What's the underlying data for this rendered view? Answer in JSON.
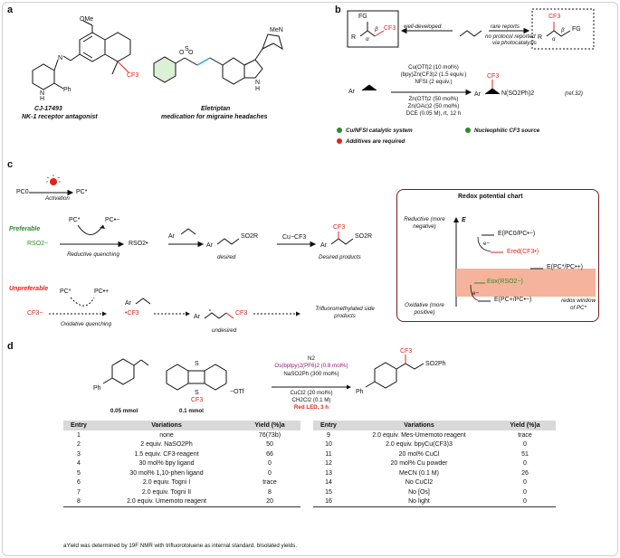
{
  "panels": {
    "a": "a",
    "b": "b",
    "c": "c",
    "d": "d"
  },
  "panel_a": {
    "cf3_1": "CF3",
    "h": "H",
    "n": "N",
    "ph": "Ph",
    "ome": "OMe",
    "nh": "N",
    "compound1_name": "CJ-17493",
    "compound1_desc": "NK-1 receptor antagonist",
    "compound2_name": "Eletriptan",
    "compound2_desc": "medication for migraine headaches",
    "mn_label": "MeN",
    "h_indole": "H",
    "n_indole": "N"
  },
  "panel_b": {
    "fg_left": "FG",
    "r_left": "R",
    "alpha_left": "α",
    "beta_left": "β",
    "cf3_left": "CF3",
    "well_developed": "well-developed",
    "rare_reports": "rare reports",
    "no_protocol": "no protocol reported",
    "via_photo": "via photocatalysis",
    "cf3_right": "CF3",
    "r_right": "R",
    "alpha_right": "α",
    "beta_right": "β",
    "fg_right": "FG",
    "conditions": [
      "Cu(OTf)2 (10 mol%)",
      "(bpy)Zn(CF3)2 (1.5 equiv.)",
      "NFSI (2 equiv.)",
      "Zn(OTf)2 (50 mol%)",
      "Zn(OAc)2 (50 mol%)",
      "DCE (0.05 M), rt, 12 h"
    ],
    "ar": "Ar",
    "product_cf3": "CF3",
    "product_ar": "Ar",
    "product_group": "N(SO2Ph)2",
    "ref": "(ref.32)",
    "legend": [
      {
        "text": "Cu/NFSI catalytic system",
        "color": "#2d8a2d"
      },
      {
        "text": "Nucleophilic CF3 source",
        "color": "#2d8a2d"
      },
      {
        "text": "Additives are required",
        "color": "#e2231a"
      }
    ]
  },
  "panel_c": {
    "pc0": "PC0",
    "pc_star": "PC*",
    "activation": "Activation",
    "preferable": "Preferable",
    "rso2": "RSO2−",
    "pc_star_2": "PC*",
    "pc_radical_anion": "PC•−",
    "reductive_quenching": "Reductive quenching",
    "rso2_radical": "RSO2•",
    "ar1": "Ar",
    "ar2": "Ar",
    "so2r": "SO2R",
    "desired": "desired",
    "cu_cf3": "Cu−CF3",
    "cf3_prod": "CF3",
    "ar3": "Ar",
    "so2r_prod": "SO2R",
    "desired_products": "Desired products",
    "unpreferable": "Unpreferable",
    "cf3_anion": "CF3−",
    "pc_star_3": "PC*",
    "pc_radical_cation": "PC•+",
    "oxidative_quenching": "Oxidative quenching",
    "cf3_radical": "•CF3",
    "ar4": "Ar",
    "ar5": "Ar",
    "cf3_undesired": "CF3",
    "undesired": "undesired",
    "side_products": "Trifluoromethylated side products",
    "redox": {
      "title": "Redox potential chart",
      "reductive": "Reductive (more negative)",
      "oxidative": "Oxidative (more positive)",
      "e_axis": "E",
      "e_pc0": "E(PC0/PC•−)",
      "e_red_cf3": "Ered(CF3•)",
      "e_pc_star": "E(PC*/PC•+)",
      "e_ox_rso2": "Eox(RSO2−)",
      "e_pc_rc": "E(PC+/PC•−)",
      "e_minus_1": "e−",
      "e_minus_2": "e−",
      "window": "redox window of PC*"
    }
  },
  "panel_d": {
    "n2": "N2",
    "catalyst": "Os(bptpy)2(PF6)2 (0.8 mol%)",
    "sulfinate": "NaSO2Ph (300 mol%)",
    "cucl2": "CuCl2 (20 mol%)",
    "solvent": "CH2Cl2 (0.1 M)",
    "light": "Red LED, 3 h",
    "styrene_amount": "0.05 mmol",
    "reagent_amount": "0.1 mmol",
    "ph_left": "Ph",
    "s_top": "S",
    "s_plus": "S",
    "cf3_reagent": "CF3",
    "otf": "−OTf",
    "ph_prod": "Ph",
    "cf3_prod": "CF3",
    "so2ph": "SO2Ph",
    "table_headers": [
      "Entry",
      "Variations",
      "Yield (%)a"
    ],
    "rows_left": [
      [
        "1",
        "none",
        "76(73b)"
      ],
      [
        "2",
        "2 equiv. NaSO2Ph",
        "50"
      ],
      [
        "3",
        "1.5 equiv. CF3-reagent",
        "66"
      ],
      [
        "4",
        "30 mol% bpy ligand",
        "0"
      ],
      [
        "5",
        "30 mol% 1,10-phen ligand",
        "0"
      ],
      [
        "6",
        "2.0 equiv. Togni I",
        "trace"
      ],
      [
        "7",
        "2.0 equiv. Togni II",
        "8"
      ],
      [
        "8",
        "2.0 equiv. Umemoto reagent",
        "20"
      ]
    ],
    "rows_right": [
      [
        "9",
        "2.0 equiv. Mes-Umemoto reagent",
        "trace"
      ],
      [
        "10",
        "2.0 equiv. bpyCu(CF3)3",
        "0"
      ],
      [
        "11",
        "20 mol% CuCl",
        "51"
      ],
      [
        "12",
        "20 mol% Cu powder",
        "0"
      ],
      [
        "13",
        "MeCN (0.1 M)",
        "26"
      ],
      [
        "14",
        "No CuCl2",
        "0"
      ],
      [
        "15",
        "No [Os]",
        "0"
      ],
      [
        "16",
        "No light",
        "0"
      ]
    ],
    "footnote": "aYield was determined by 19F NMR with trifluorotoluene as internal standard. bIsolated yields."
  }
}
